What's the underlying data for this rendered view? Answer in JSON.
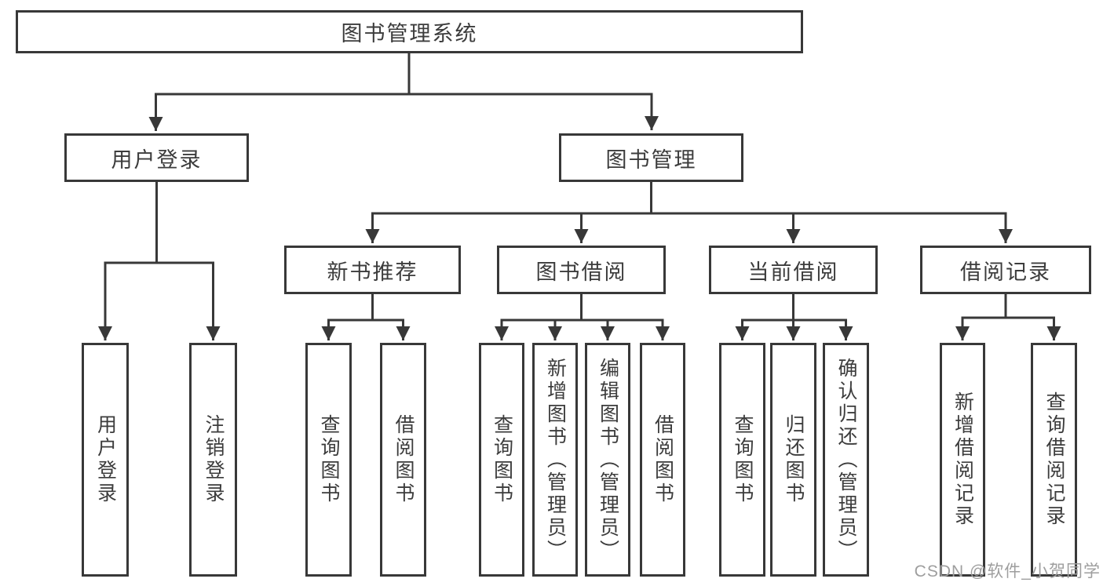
{
  "colors": {
    "background": "#ffffff",
    "line": "#383838",
    "box_border": "#383838",
    "text": "#3c3c3c",
    "watermark": "#9e9e9e"
  },
  "tree": {
    "root": {
      "label": "图书管理系统"
    },
    "branches": [
      {
        "label": "用户登录",
        "children": [
          {
            "label": "用户登录"
          },
          {
            "label": "注销登录"
          }
        ]
      },
      {
        "label": "图书管理",
        "sections": [
          {
            "label": "新书推荐",
            "children": [
              {
                "label": "查询图书"
              },
              {
                "label": "借阅图书"
              }
            ]
          },
          {
            "label": "图书借阅",
            "children": [
              {
                "label": "查询图书"
              },
              {
                "label": "新增图书（管理员）"
              },
              {
                "label": "编辑图书（管理员）"
              },
              {
                "label": "借阅图书"
              }
            ]
          },
          {
            "label": "当前借阅",
            "children": [
              {
                "label": "查询图书"
              },
              {
                "label": "归还图书"
              },
              {
                "label": "确认归还（管理员）"
              }
            ]
          },
          {
            "label": "借阅记录",
            "children": [
              {
                "label": "新增借阅记录"
              },
              {
                "label": "查询借阅记录"
              }
            ]
          }
        ]
      }
    ]
  },
  "watermark": {
    "text": "CSDN @软件_小贺同学"
  }
}
